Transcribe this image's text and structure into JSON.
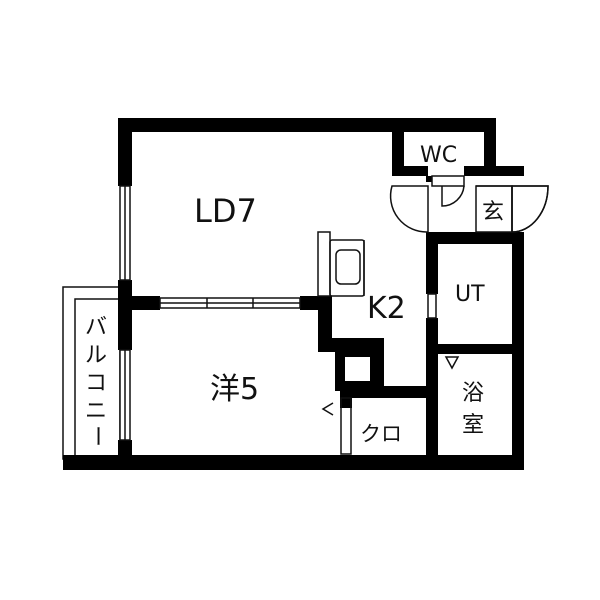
{
  "rooms": {
    "ld": "LD7",
    "kitchen": "K2",
    "western": "洋5",
    "wc": "WC",
    "entrance": "玄",
    "utility": "UT",
    "bath_line1": "浴",
    "bath_line2": "室",
    "closet": "クロ"
  },
  "balcony": [
    "バ",
    "ル",
    "コ",
    "ニ",
    "ー"
  ],
  "colors": {
    "wall": "#000000",
    "background": "#ffffff",
    "line": "#111111"
  }
}
